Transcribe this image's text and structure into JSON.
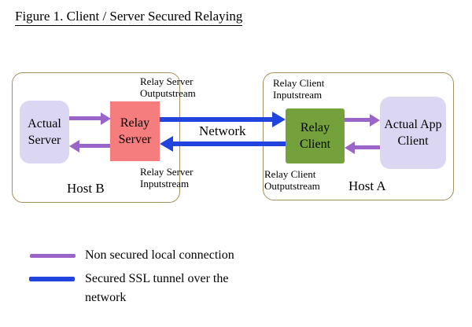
{
  "title": "Figure 1. Client / Server Secured Relaying",
  "network_label": "Network",
  "hosts": {
    "b": {
      "name": "Host B",
      "actual_server": "Actual\nServer",
      "relay_server": "Relay\nServer",
      "outputstream": "Relay Server\nOutputstream",
      "inputstream": "Relay Server\nInputstream"
    },
    "a": {
      "name": "Host A",
      "relay_client": "Relay\nClient",
      "actual_app_client": "Actual App\nClient",
      "inputstream": "Relay Client\nInputstream",
      "outputstream": "Relay Client\nOutputstream"
    }
  },
  "legend": {
    "non_secured": "Non secured local connection",
    "secured": "Secured SSL tunnel over the\nnetwork"
  },
  "colors": {
    "purple": "#9a64c8",
    "blue": "#2143de",
    "pink": "#f57d7d",
    "lavender": "#dbd7f2",
    "green": "#75a13d",
    "host-border": "#a6905e"
  }
}
